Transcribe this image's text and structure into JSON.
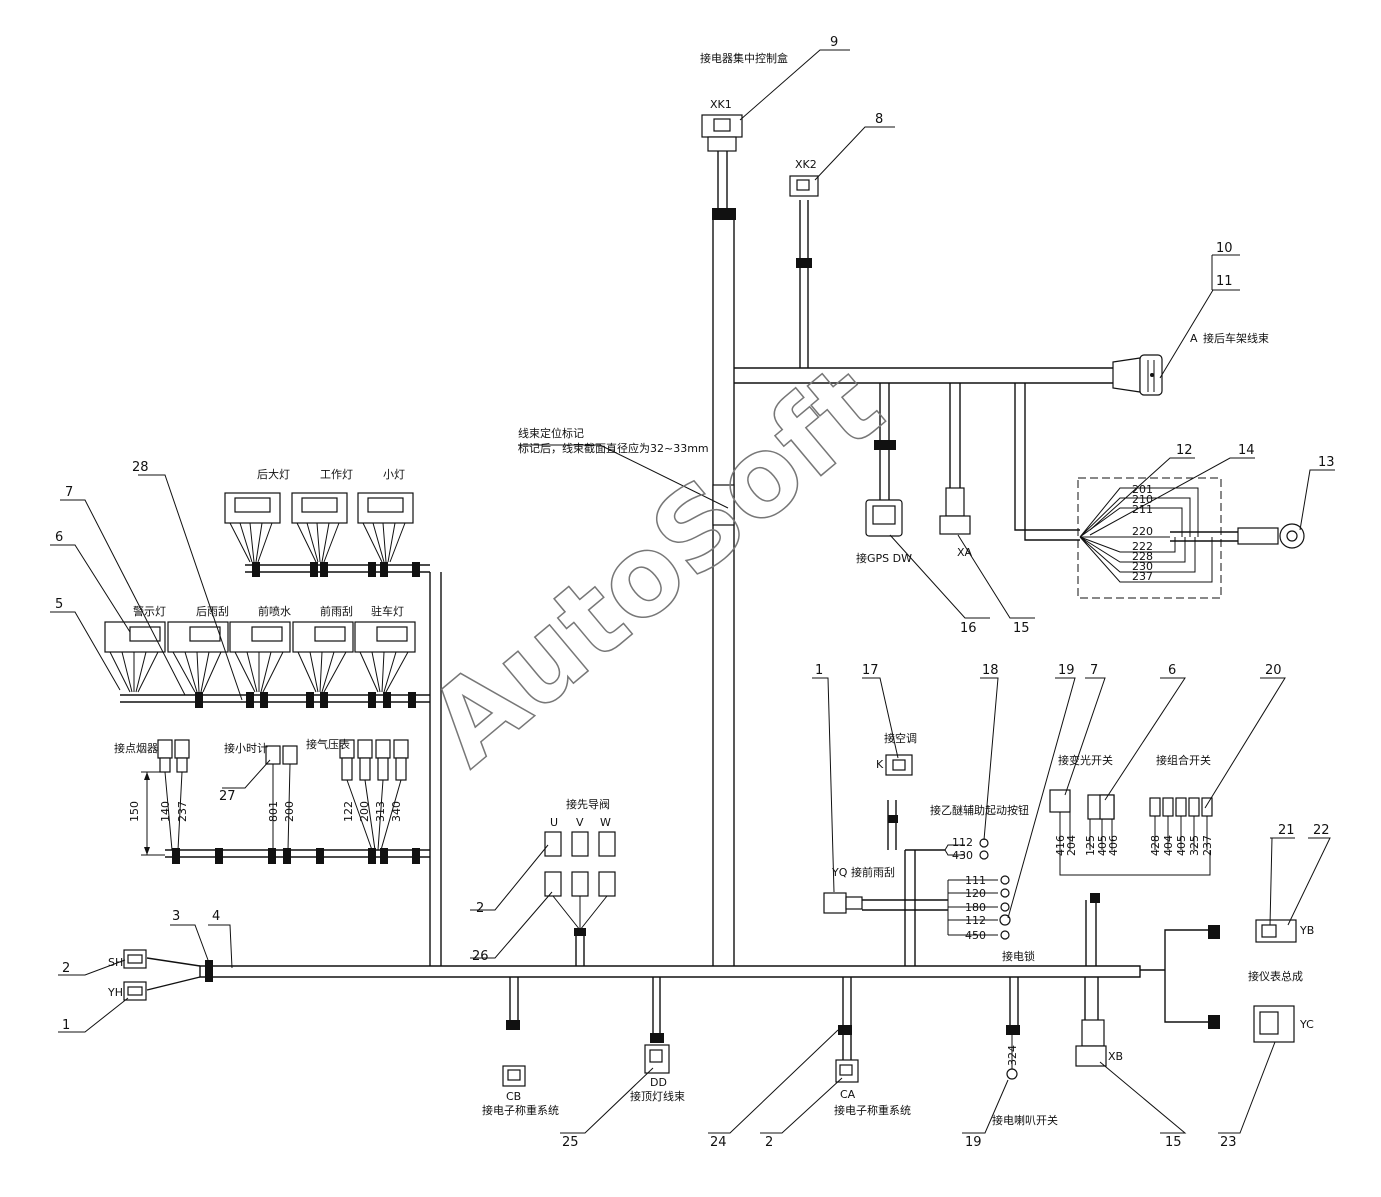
{
  "watermark": "AutoSoft",
  "labels": {
    "xk1": "XK1",
    "xk2": "XK2",
    "sh": "SH",
    "yh": "YH",
    "yb": "YB",
    "yc": "YC",
    "xb": "XB",
    "xa": "XA",
    "k": "K",
    "yq": "YQ",
    "cb": "CB",
    "ca": "CA",
    "dd": "DD",
    "u": "U",
    "v": "V",
    "w": "W",
    "a": "A",
    "gps": "接GPS DW",
    "center_box": "接电器集中控制盒",
    "rear_frame": "接后车架线束",
    "locate_1": "线束定位标记",
    "locate_2": "标记后，线束截面直径应为32~33mm",
    "rear_big_lamp": "后大灯",
    "work_lamp": "工作灯",
    "small_lamp": "小灯",
    "warning": "警示灯",
    "rear_wiper": "后雨刮",
    "front_washer": "前喷水",
    "front_wiper": "前雨刮",
    "park_lamp": "驻车灯",
    "cigar": "接点烟器",
    "hour_meter": "接小时计",
    "air_gauge": "接气压表",
    "pilot_valve": "接先导阀",
    "aircon": "接空调",
    "ether": "接乙醚辅助起动按钮",
    "front_wiper_yq": "接前雨刮",
    "ignition": "接电锁",
    "dimmer": "接变光开关",
    "combo_switch": "接组合开关",
    "instrument": "接仪表总成",
    "scale_cb": "接电子称重系统",
    "ceiling_lamp": "接顶灯线束",
    "scale_ca": "接电子称重系统",
    "horn": "接电喇叭开关",
    "dim_150": "150"
  },
  "wire_numbers": {
    "battery_group": [
      "201",
      "210",
      "211",
      "220",
      "222",
      "228",
      "230",
      "237"
    ],
    "cigar": [
      "140",
      "237"
    ],
    "hour": [
      "801",
      "200"
    ],
    "air": [
      "122",
      "200",
      "313",
      "340"
    ],
    "ether": [
      "112",
      "430"
    ],
    "ignition": [
      "111",
      "120",
      "180",
      "112",
      "450"
    ],
    "dimmer": [
      "416",
      "204",
      "125",
      "405",
      "406"
    ],
    "combo": [
      "428",
      "404",
      "405",
      "325",
      "237"
    ],
    "horn": "324"
  },
  "callouts": [
    "1",
    "2",
    "3",
    "4",
    "5",
    "6",
    "7",
    "8",
    "9",
    "10",
    "11",
    "12",
    "13",
    "14",
    "15",
    "16",
    "17",
    "18",
    "19",
    "20",
    "21",
    "22",
    "23",
    "24",
    "25",
    "26",
    "27",
    "28"
  ]
}
